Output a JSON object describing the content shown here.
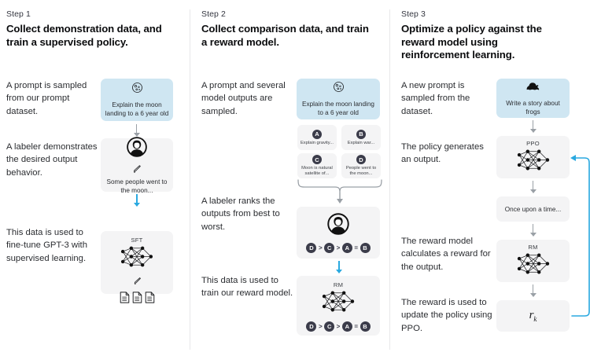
{
  "diagram": {
    "title": "InstructGPT / RLHF three-step training diagram",
    "colors": {
      "prompt_blue": "#cfe6f2",
      "box_gray": "#f4f4f5",
      "arrow_gray": "#9aa0a6",
      "arrow_blue": "#2aa9e0",
      "badge_dark": "#3b3c4a",
      "divider": "#e8e8ea",
      "text": "#2b2d31"
    }
  },
  "columns": [
    {
      "step_label": "Step 1",
      "title": "Collect demonstration data, and train a supervised policy.",
      "paragraphs": [
        "A prompt is sampled from our prompt dataset.",
        "A labeler demonstrates the desired output behavior.",
        "This data is used to fine-tune GPT-3 with supervised learning."
      ],
      "nodes": [
        {
          "kind": "prompt",
          "icon": "moon-icon",
          "caption": "Explain the moon landing to a 6 year old"
        },
        {
          "kind": "labeler",
          "icon": "avatar-icon",
          "sub_icon": "pencil-icon",
          "caption": "Some people went to the moon..."
        },
        {
          "kind": "model",
          "title": "SFT",
          "icon": "neural-network-icon",
          "sub_icon": "pencil-icon",
          "extra_icon": "documents-icon"
        }
      ]
    },
    {
      "step_label": "Step 2",
      "title": "Collect comparison data, and train a reward model.",
      "paragraphs": [
        "A prompt and several model outputs are sampled.",
        "A labeler ranks the outputs from best to worst.",
        "This data is used to train our reward model."
      ],
      "nodes": [
        {
          "kind": "prompt",
          "icon": "moon-icon",
          "caption": "Explain the moon landing to a 6 year old"
        },
        {
          "kind": "options",
          "options": [
            {
              "badge": "A",
              "text": "Explain gravity..."
            },
            {
              "badge": "B",
              "text": "Explain war..."
            },
            {
              "badge": "C",
              "text": "Moon is natural satellite of..."
            },
            {
              "badge": "D",
              "text": "People went to the moon..."
            }
          ]
        },
        {
          "kind": "labeler-rank",
          "icon": "avatar-icon",
          "ranking": [
            {
              "type": "badge",
              "value": "D"
            },
            {
              "type": "op",
              "value": ">"
            },
            {
              "type": "badge",
              "value": "C"
            },
            {
              "type": "op",
              "value": ">"
            },
            {
              "type": "badge",
              "value": "A"
            },
            {
              "type": "op",
              "value": "="
            },
            {
              "type": "badge",
              "value": "B"
            }
          ]
        },
        {
          "kind": "model-rank",
          "title": "RM",
          "icon": "neural-network-icon",
          "ranking": [
            {
              "type": "badge",
              "value": "D"
            },
            {
              "type": "op",
              "value": ">"
            },
            {
              "type": "badge",
              "value": "C"
            },
            {
              "type": "op",
              "value": ">"
            },
            {
              "type": "badge",
              "value": "A"
            },
            {
              "type": "op",
              "value": "="
            },
            {
              "type": "badge",
              "value": "B"
            }
          ]
        }
      ]
    },
    {
      "step_label": "Step 3",
      "title": "Optimize a policy against the reward model using reinforcement learning.",
      "paragraphs": [
        "A new prompt is sampled from the dataset.",
        "The policy generates an output.",
        "The reward model calculates a reward for the output.",
        "The reward is used to update the policy using PPO."
      ],
      "nodes": [
        {
          "kind": "prompt",
          "icon": "frog-icon",
          "caption": "Write a story about frogs"
        },
        {
          "kind": "model",
          "title": "PPO",
          "icon": "neural-network-icon"
        },
        {
          "kind": "output",
          "caption": "Once upon a time..."
        },
        {
          "kind": "model",
          "title": "RM",
          "icon": "neural-network-icon"
        },
        {
          "kind": "reward",
          "symbol": "r",
          "subscript": "k"
        }
      ]
    }
  ]
}
